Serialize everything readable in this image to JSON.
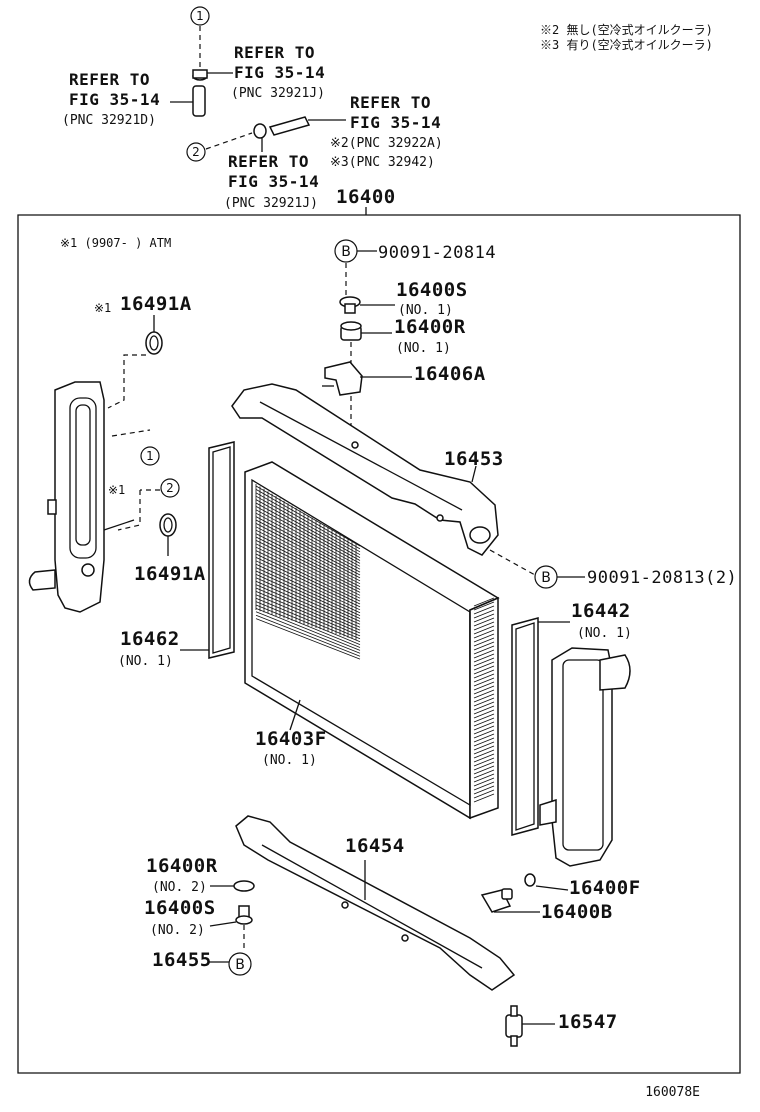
{
  "diagram_id": "160078E",
  "legend": {
    "note2": "※2 無し(空冷式オイルクーラ)",
    "note3": "※3 有り(空冷式オイルクーラ)"
  },
  "note1": "※1 (9907-      ) ATM",
  "refs": {
    "ref_a": {
      "line1": "REFER TO",
      "line2": "FIG 35-14",
      "pnc": "(PNC 32921J)"
    },
    "ref_b": {
      "line1": "REFER TO",
      "line2": "FIG 35-14",
      "pnc": "(PNC 32921D)"
    },
    "ref_c": {
      "line1": "REFER TO",
      "line2": "FIG 35-14",
      "pnc2": "※2(PNC 32922A)",
      "pnc3": "※3(PNC 32942)"
    },
    "ref_d": {
      "line1": "REFER TO",
      "line2": "FIG 35-14",
      "pnc": "(PNC 32921J)"
    }
  },
  "callouts": {
    "c1": "1",
    "c2": "2",
    "b": "B"
  },
  "parts": {
    "assy": "16400",
    "bolt_top": "90091-20814",
    "p16400s_1": {
      "pn": "16400S",
      "qual": "(NO. 1)"
    },
    "p16400r_1": {
      "pn": "16400R",
      "qual": "(NO. 1)"
    },
    "p16406a": "16406A",
    "p16491a_top": {
      "mark": "※1",
      "pn": "16491A"
    },
    "p16491a_bot": "16491A",
    "mark_left": "※1",
    "p16453": "16453",
    "bolt_right": "90091-20813(2)",
    "p16442": {
      "pn": "16442",
      "qual": "(NO. 1)"
    },
    "p16462": {
      "pn": "16462",
      "qual": "(NO. 1)"
    },
    "p16403f": {
      "pn": "16403F",
      "qual": "(NO. 1)"
    },
    "p16454": "16454",
    "p16400r_2": {
      "pn": "16400R",
      "qual": "(NO. 2)"
    },
    "p16400s_2": {
      "pn": "16400S",
      "qual": "(NO. 2)"
    },
    "p16455": "16455",
    "p16400f": "16400F",
    "p16400b": "16400B",
    "p16547": "16547"
  }
}
